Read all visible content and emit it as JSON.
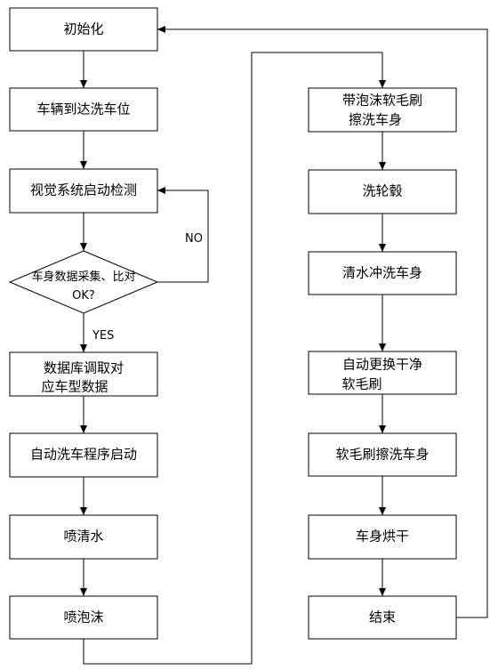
{
  "left_column": {
    "init": "初始化",
    "vehicle_arrives": "车辆到达洗车位",
    "vision_start": "视觉系统启动检测",
    "decision_line1": "车身数据采集、比对",
    "decision_line2": "OK?",
    "db_line1": "数据库调取对",
    "db_line2": "应车型数据",
    "program_start": "自动洗车程序启动",
    "spray_water": "喷清水",
    "spray_foam": "喷泡沫"
  },
  "right_column": {
    "foam_brush_line1": "带泡沫软毛刷",
    "foam_brush_line2": "擦洗车身",
    "wash_hub": "洗轮毂",
    "rinse_body": "清水冲洗车身",
    "replace_brush_line1": "自动更换干净",
    "replace_brush_line2": "软毛刷",
    "brush_body": "软毛刷擦洗车身",
    "dry_body": "车身烘干",
    "end": "结束"
  },
  "labels": {
    "no": "NO",
    "yes": "YES"
  }
}
